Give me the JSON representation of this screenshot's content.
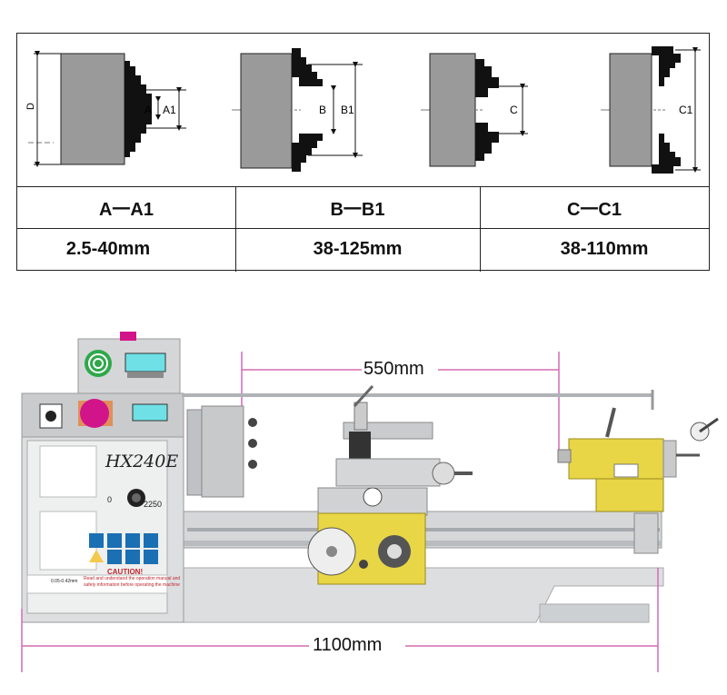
{
  "table": {
    "headers": [
      "A一A1",
      "B一B1",
      "C一C1"
    ],
    "values": [
      "2.5-40mm",
      "38-125mm",
      "38-110mm"
    ]
  },
  "chuck_labels": {
    "a": "A",
    "a1": "A1",
    "d": "D",
    "b": "B",
    "b1": "B1",
    "c": "C",
    "c1": "C1"
  },
  "lathe": {
    "model": "HX240E",
    "speed_min": "0",
    "speed_max": "2250",
    "caution_title": "CAUTION!",
    "caution_text_1": "Read and understand the operation manual and",
    "caution_text_2": "safety information before operating the machine",
    "feed_range": "0.05-0.42mm"
  },
  "dimensions": {
    "center_distance": "550mm",
    "overall_length": "1100mm"
  },
  "colors": {
    "accent_magenta": "#c2187a",
    "yellow": "#e8d646",
    "lcd": "#6ee0e6",
    "gray_body": "#cfd1d3",
    "chuck_gray": "#9b9b9b"
  }
}
